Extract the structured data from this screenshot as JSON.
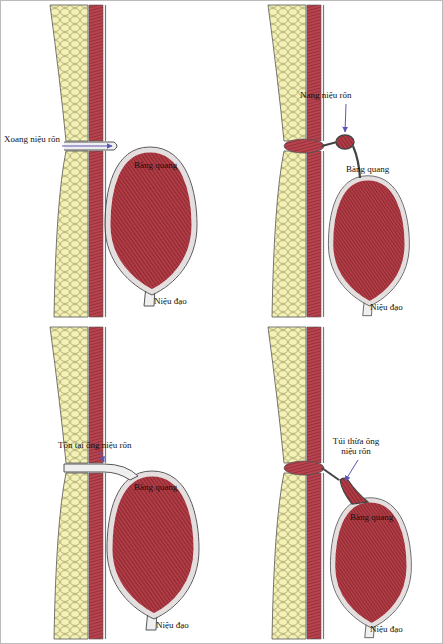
{
  "diagram": {
    "labels": [
      "Xoang niệu rốn",
      "Bàng quang",
      "Niệu đạo",
      "Nang niệu rốn",
      "Bàng quang",
      "Niệu đạo",
      "Tồn tại ống niệu rốn",
      "Bàng quang",
      "Niệu đạo",
      "Túi thừa ống niệu rốn",
      "Bàng quang",
      "Niệu đạo"
    ]
  }
}
